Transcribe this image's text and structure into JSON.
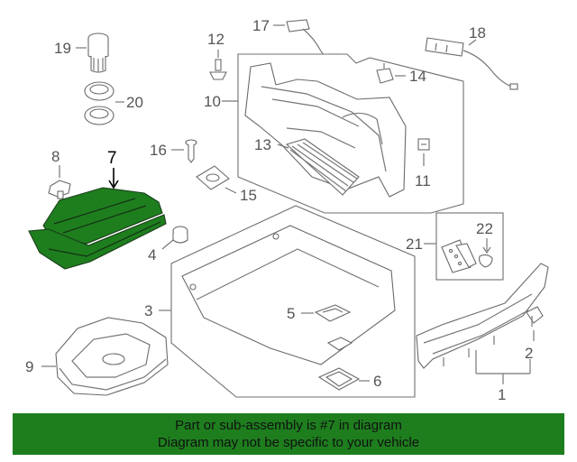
{
  "callouts": {
    "c1": "1",
    "c2": "2",
    "c3": "3",
    "c4": "4",
    "c5": "5",
    "c6": "6",
    "c7": "7",
    "c8": "8",
    "c9": "9",
    "c10": "10",
    "c11": "11",
    "c12": "12",
    "c13": "13",
    "c14": "14",
    "c15": "15",
    "c16": "16",
    "c17": "17",
    "c18": "18",
    "c19": "19",
    "c20": "20",
    "c21": "21",
    "c22": "22"
  },
  "footer": {
    "line1": "Part or sub-assembly is #7 in diagram",
    "line2": "Diagram may not be specific to your vehicle"
  },
  "colors": {
    "highlight": "#1e7e1e",
    "line": "#777777"
  }
}
